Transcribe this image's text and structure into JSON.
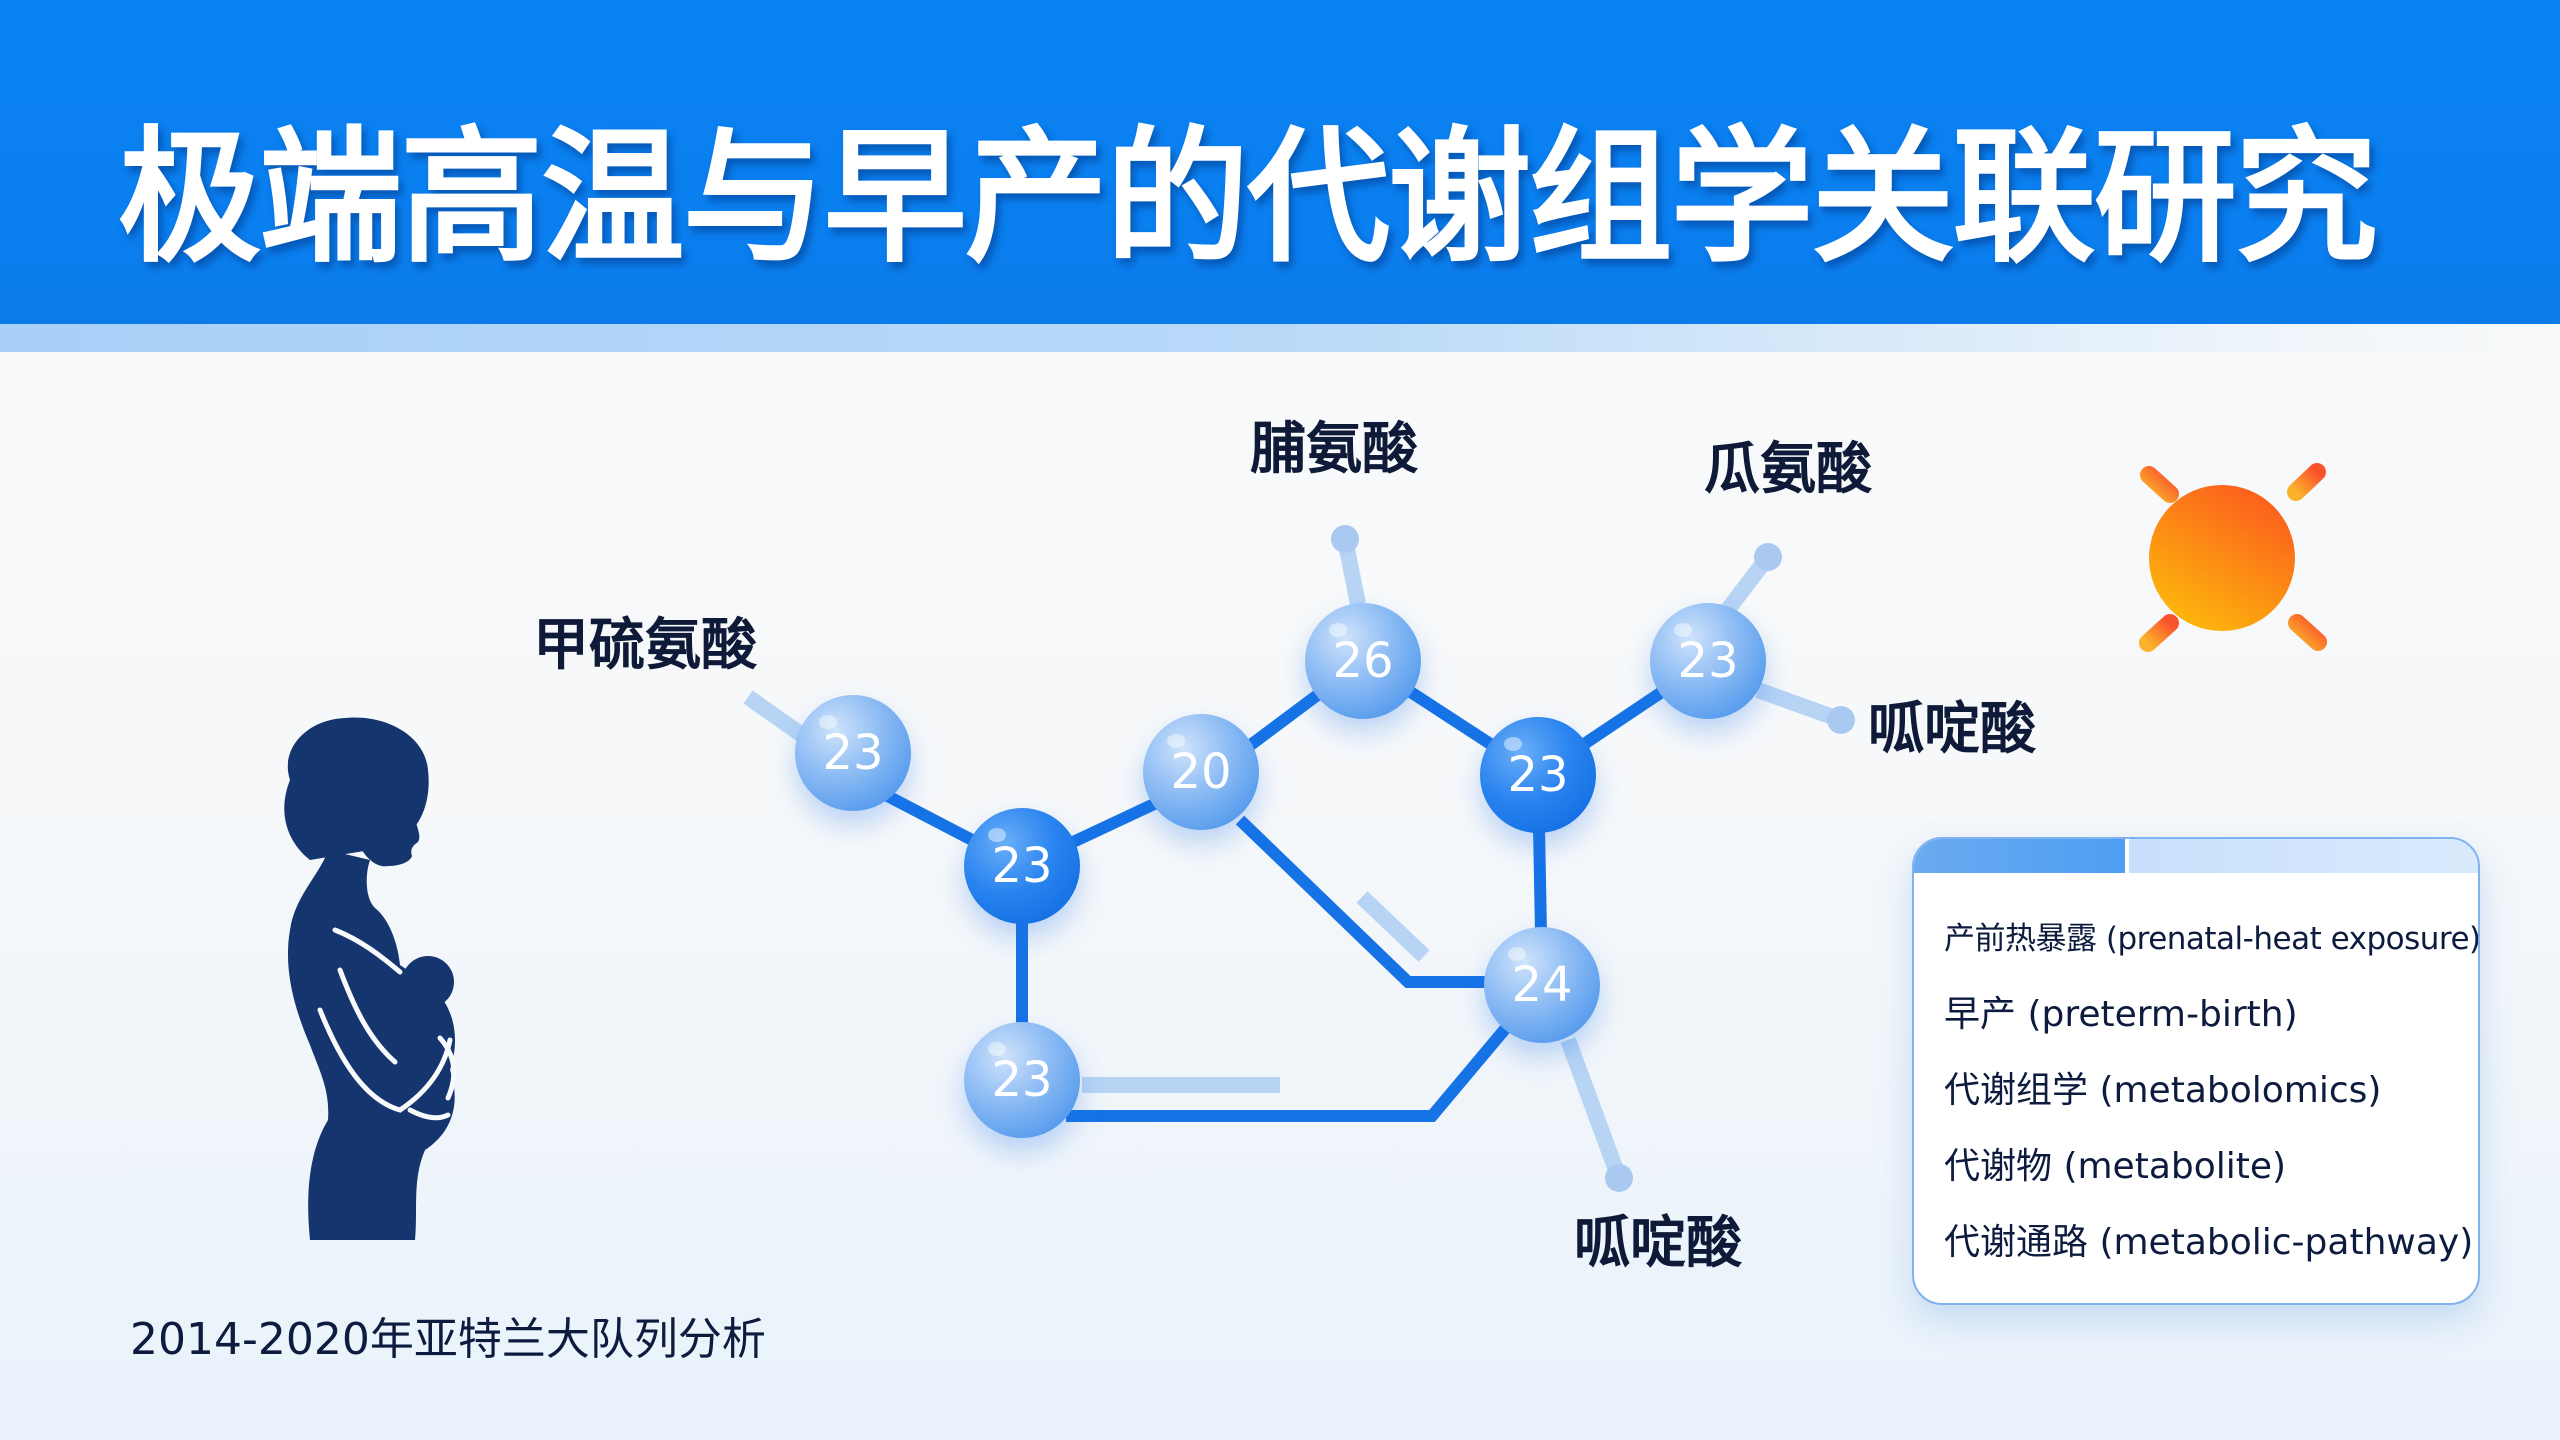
{
  "header": {
    "title": "极端高温与早产的代谢组学关联研究",
    "background_color": "#0a82f2"
  },
  "diagram": {
    "nodes": [
      {
        "id": "n1",
        "value": "23",
        "style": "light"
      },
      {
        "id": "n2",
        "value": "23",
        "style": "dark"
      },
      {
        "id": "n3",
        "value": "20",
        "style": "light"
      },
      {
        "id": "n4",
        "value": "26",
        "style": "light"
      },
      {
        "id": "n5",
        "value": "23",
        "style": "dark"
      },
      {
        "id": "n6",
        "value": "23",
        "style": "light"
      },
      {
        "id": "n7",
        "value": "24",
        "style": "light"
      },
      {
        "id": "n8",
        "value": "23",
        "style": "light"
      }
    ],
    "labels": {
      "methionine": "甲硫氨酸",
      "proline": "脯氨酸",
      "citrulline": "瓜氨酸",
      "pipecolic_right": "呱啶酸",
      "pipecolic_bottom": "呱啶酸"
    },
    "bond_color": "#1673e6",
    "light_bond_color": "#b7d4f5"
  },
  "illustration": {
    "mother_icon": "pregnant-mother-holding-infant-silhouette",
    "mother_color": "#15356e",
    "sun_icon": "sun"
  },
  "caption": "2014-2020年亚特兰大队列分析",
  "legend": {
    "items": [
      {
        "label": "产前热暴露 (prenatal-heat exposure)"
      },
      {
        "label": "早产 (preterm-birth)"
      },
      {
        "label": "代谢组学 (metabolomics)"
      },
      {
        "label": "代谢物  (metabolite)"
      },
      {
        "label": "代谢通路 (metabolic-pathway)"
      }
    ]
  }
}
